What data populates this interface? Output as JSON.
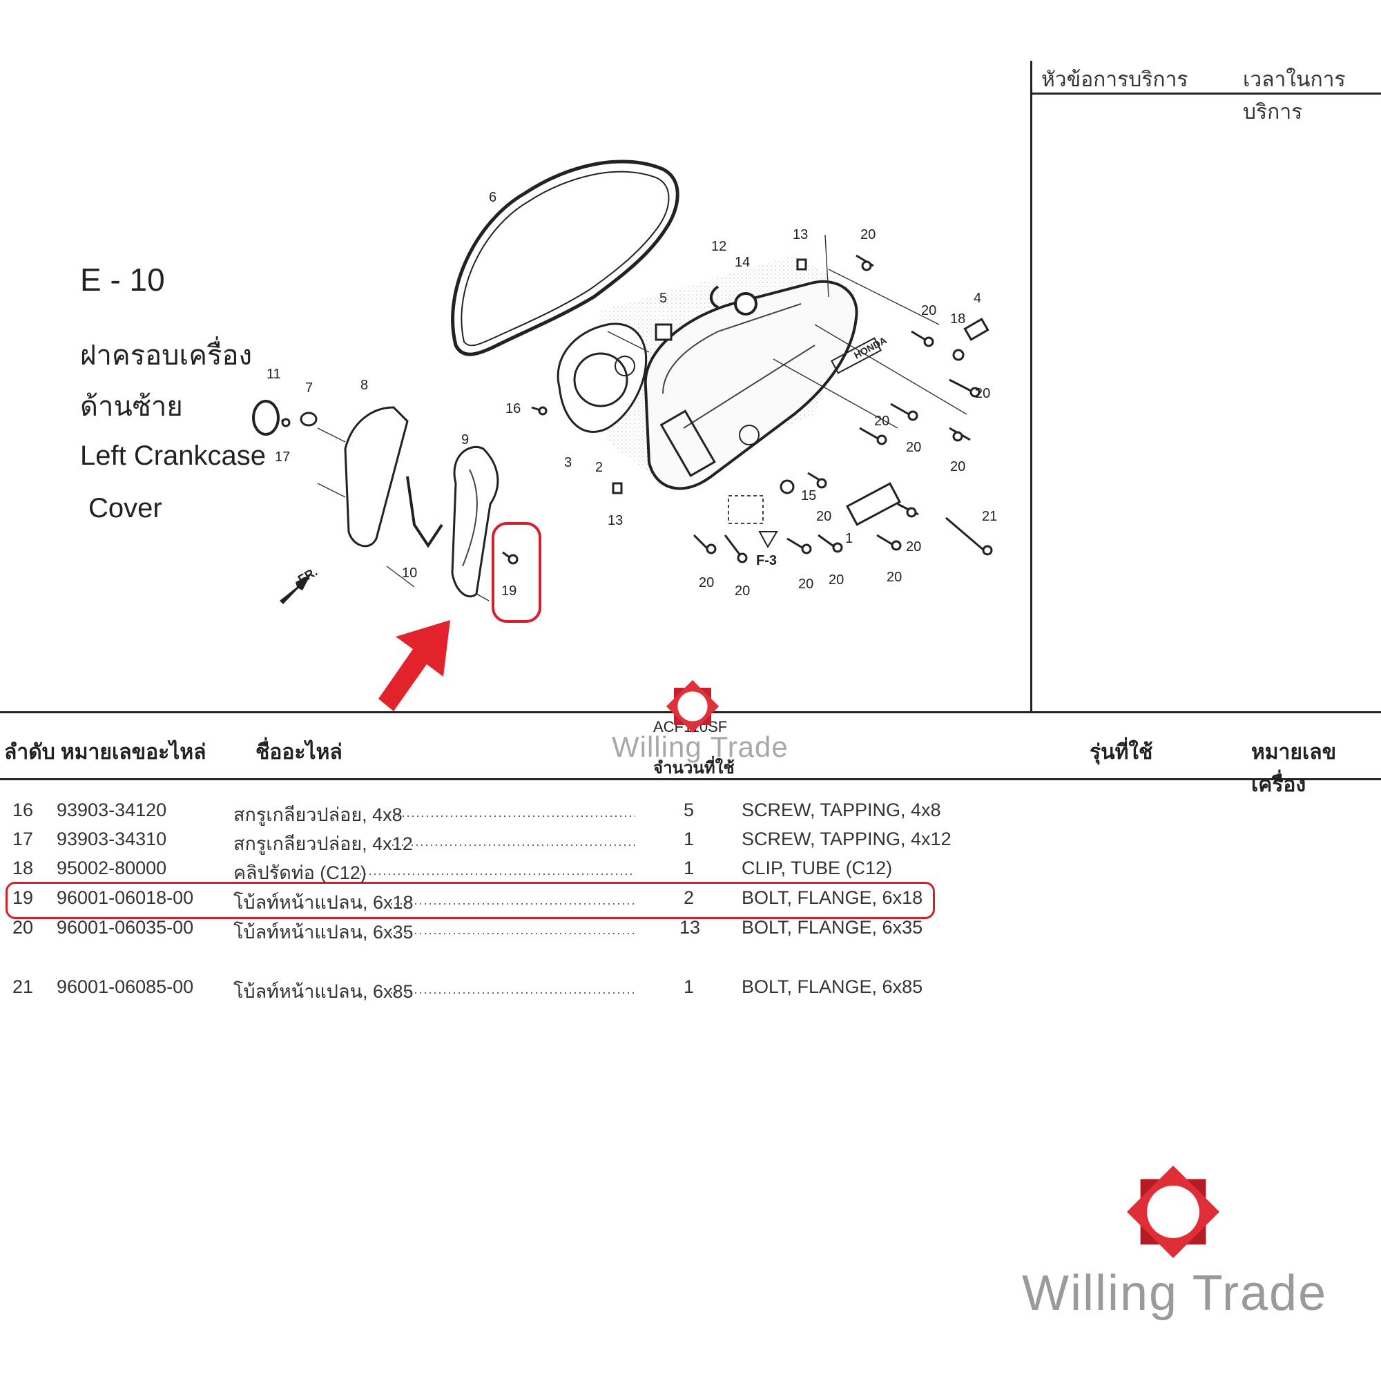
{
  "diagram": {
    "code": "E - 10",
    "title_th_line1": "ฝาครอบเครื่อง",
    "title_th_line2": "ด้านซ้าย",
    "title_en_line1": "Left Crankcase",
    "title_en_line2": "Cover",
    "fr_label": "FR.",
    "f3_label": "F-3",
    "brand_plate": "HONDA",
    "callouts": [
      "1",
      "2",
      "3",
      "4",
      "5",
      "6",
      "7",
      "8",
      "9",
      "10",
      "11",
      "12",
      "13",
      "13",
      "14",
      "15",
      "16",
      "17",
      "18",
      "19",
      "20",
      "21"
    ]
  },
  "service_box": {
    "topic_header": "หัวข้อการบริการ",
    "time_header": "เวลาในการบริการ"
  },
  "table": {
    "headers": {
      "no": "ลำดับ",
      "part_no": "หมายเลขอะไหล่",
      "part_name": "ชื่ออะไหล่",
      "model": "ACF110SF",
      "qty": "จำนวนที่ใช้",
      "variant": "รุ่นที่ใช้",
      "engine_no": "หมายเลขเครื่อง"
    },
    "rows": [
      {
        "no": "16",
        "part_no": "93903-34120",
        "name_th": "สกรูเกลียวปล่อย, 4x8",
        "qty": "5",
        "name_en": "SCREW, TAPPING, 4x8"
      },
      {
        "no": "17",
        "part_no": "93903-34310",
        "name_th": "สกรูเกลียวปล่อย, 4x12",
        "qty": "1",
        "name_en": "SCREW, TAPPING, 4x12"
      },
      {
        "no": "18",
        "part_no": "95002-80000",
        "name_th": "คลิปรัดท่อ (C12)",
        "qty": "1",
        "name_en": "CLIP, TUBE (C12)"
      },
      {
        "no": "19",
        "part_no": "96001-06018-00",
        "name_th": "โบ้ลท์หน้าแปลน, 6x18",
        "qty": "2",
        "name_en": "BOLT, FLANGE, 6x18"
      },
      {
        "no": "20",
        "part_no": "96001-06035-00",
        "name_th": "โบ้ลท์หน้าแปลน, 6x35",
        "qty": "13",
        "name_en": "BOLT, FLANGE, 6x35"
      },
      {
        "no": "21",
        "part_no": "96001-06085-00",
        "name_th": "โบ้ลท์หน้าแปลน, 6x85",
        "qty": "1",
        "name_en": "BOLT, FLANGE, 6x85"
      }
    ],
    "highlight_row_no": "19"
  },
  "watermark": {
    "brand": "Willing Trade"
  },
  "colors": {
    "accent_red": "#d61f2b",
    "watermark_gray": "#9a9a9a"
  }
}
